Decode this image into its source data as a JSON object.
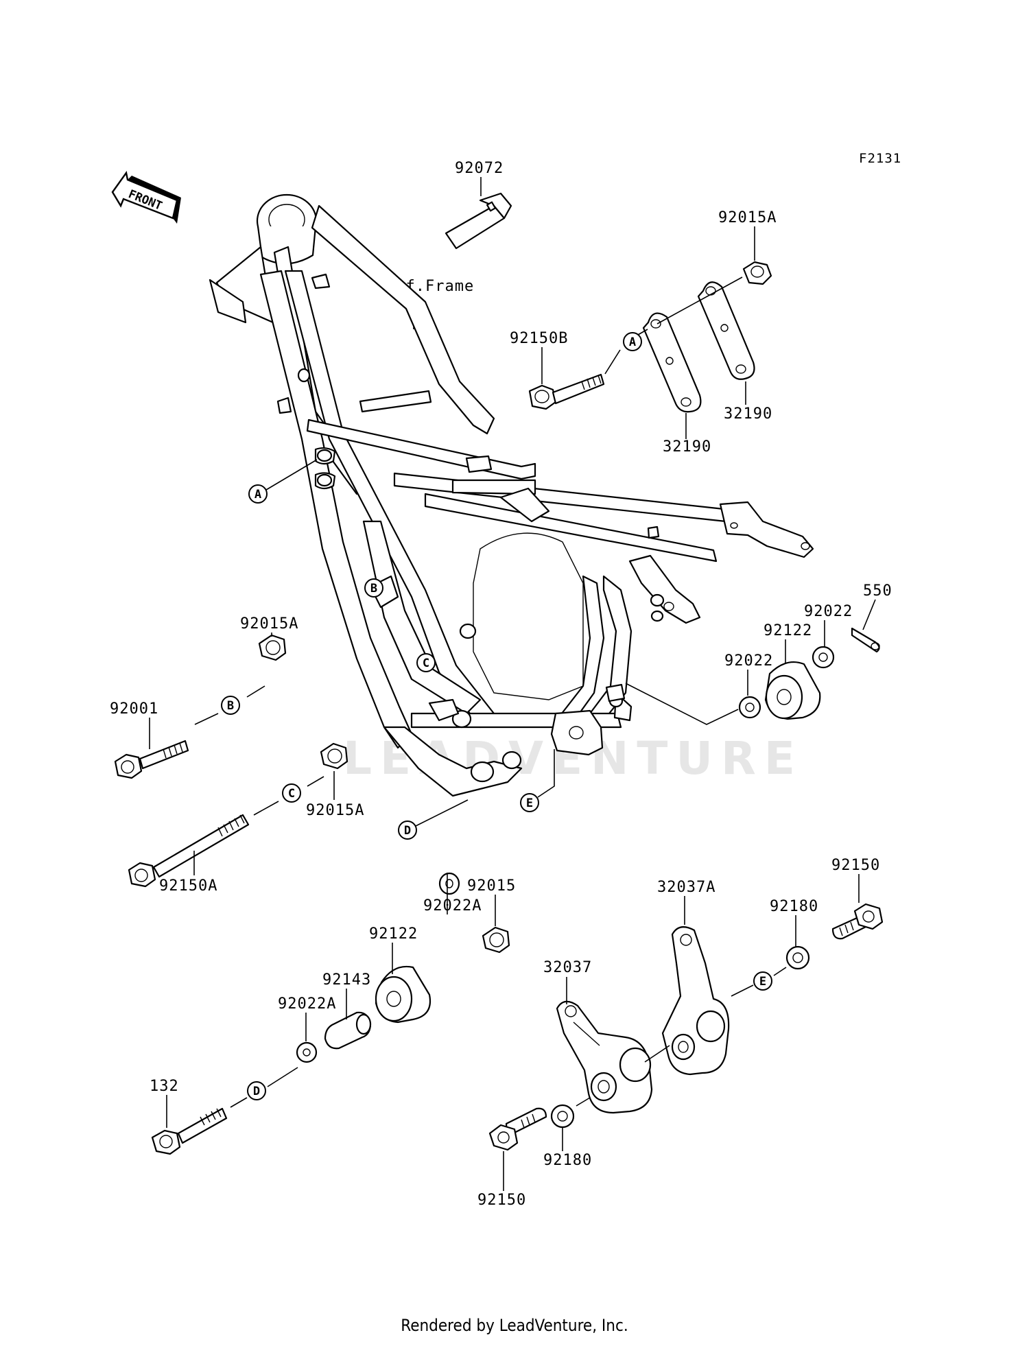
{
  "figure_id": "F2131",
  "front_label": "FRONT",
  "ref_label": "Ref.Frame",
  "watermark": "LEADVENTURE",
  "footer": "Rendered by LeadVenture, Inc.",
  "parts": {
    "p92072": "92072",
    "p92015A_top": "92015A",
    "p92150B": "92150B",
    "p32190_right": "32190",
    "p32190_left": "32190",
    "p550": "550",
    "p92022_upper": "92022",
    "p92122_right": "92122",
    "p92022_lower": "92022",
    "p92015A_left": "92015A",
    "p92001": "92001",
    "p92015A_mid": "92015A",
    "p92150A": "92150A",
    "p92015": "92015",
    "p92022A_upper": "92022A",
    "p92122_left": "92122",
    "p92143": "92143",
    "p92022A_lower": "92022A",
    "p132": "132",
    "p32037": "32037",
    "p32037A": "32037A",
    "p92180_right": "92180",
    "p92150_right": "92150",
    "p92180_bottom": "92180",
    "p92150_bottom": "92150"
  },
  "links": {
    "A": "A",
    "B": "B",
    "C": "C",
    "D": "D",
    "E": "E"
  }
}
